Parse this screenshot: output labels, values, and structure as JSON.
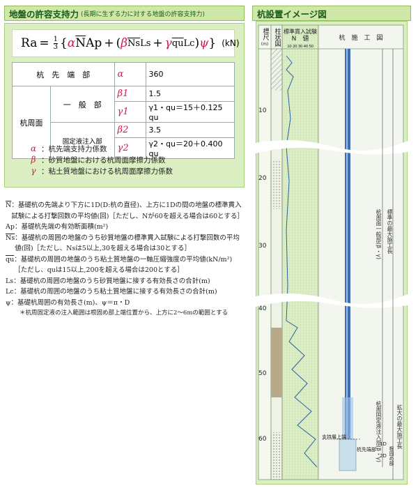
{
  "left_panel": {
    "header_title": "地盤の許容支持力",
    "header_note": "(長期に生ずる力に対する地盤の許容支持力)",
    "formula": {
      "lhs": "Ra",
      "eq": "=",
      "frac_num": "1",
      "frac_den": "3",
      "open": "{",
      "alpha": "α",
      "n_bar": "N",
      "ap": "Ap",
      "plus1": "+",
      "open2": "(",
      "beta": "β",
      "ns_bar": "Ns",
      "ls": "Ls",
      "plus2": "+",
      "gamma": "γ",
      "qu_bar": "qu",
      "lc": "Lc",
      "close2": ")",
      "psi": "ψ",
      "close": "}",
      "unit": "(kN)"
    },
    "table": {
      "row1": {
        "label": "杭　先　端　部",
        "sym": "α",
        "val": "360"
      },
      "group_label": "杭周面",
      "sub1_label": "一　般　部",
      "sub1_b_sym": "β1",
      "sub1_b_val": "1.5",
      "sub1_g_sym": "γ1",
      "sub1_g_val": "γ1・qu＝15＋0.125 qu",
      "sub2_label": "固定液注入部",
      "sub2_b_sym": "β2",
      "sub2_b_val": "3.5",
      "sub2_g_sym": "γ2",
      "sub2_g_val": "γ2・qu＝20＋0.400 qu"
    },
    "legend": [
      {
        "sym": "α",
        "text": "：杭先端支持力係数"
      },
      {
        "sym": "β",
        "text": "：砂質地盤における杭周面摩擦力係数"
      },
      {
        "sym": "γ",
        "text": "：粘土質地盤における杭周面摩擦力係数"
      }
    ],
    "defs": [
      {
        "k": "N",
        "kb": true,
        "v": "：基礎杭の先端より下方に1D(D:杭の直径)、上方に1Dの間の地盤の標準貫入試験による打撃回数の平均値(回)［ただし、Nが60を超える場合は60とする］"
      },
      {
        "k": "Ap",
        "kb": false,
        "v": "：基礎杭先端の有効断面積(m²)"
      },
      {
        "k": "Ns",
        "kb": true,
        "v": "：基礎杭の周囲の地盤のうち砂質地盤の標準貫入試験による打撃回数の平均値(回)［ただし、Nsは5以上,30を超える場合は30とする］"
      },
      {
        "k": "qu",
        "kb": true,
        "v": "：基礎杭の周囲の地盤のうち粘土質地盤の一軸圧縮強度の平均値(kN/m²)［ただし、quは15以上,200を超える場合は200とする］"
      },
      {
        "k": "Ls",
        "kb": false,
        "v": "：基礎杭の周囲の地盤のうち砂質地盤に接する有効長さの合計(m)"
      },
      {
        "k": "Lc",
        "kb": false,
        "v": "：基礎杭の周囲の地盤のうち粘土質地盤に接する有効長さの合計(m)"
      },
      {
        "k": "ψ",
        "kb": false,
        "v": "：基礎杭周囲の有効長さ(m)、ψ＝π・D"
      }
    ],
    "footnote": "＊杭周固定液の注入範囲は根固め部上端位置から、上方に2〜6mの範囲とする"
  },
  "right_panel": {
    "header_title": "杭設置イメージ図",
    "col_depth": "標尺",
    "col_depth_unit": "(m)",
    "col_column": "柱状図",
    "col_spt": "標準貫入試験",
    "col_spt_sub": "N　値",
    "col_spt_ticks": "10 20 30 40 50",
    "col_pile": "杭　施　工　図",
    "depth_labels": [
      "10",
      "20",
      "30",
      "40",
      "50",
      "60"
    ],
    "pile_labels": [
      "杭周面一般部(β・γ)",
      "標準の最大施工長",
      "杭周固定液注入部(β・γ)",
      "拡大の最大施工長",
      "支持層上端",
      "杭先端部",
      "1D",
      "2D",
      "根固め部"
    ]
  }
}
